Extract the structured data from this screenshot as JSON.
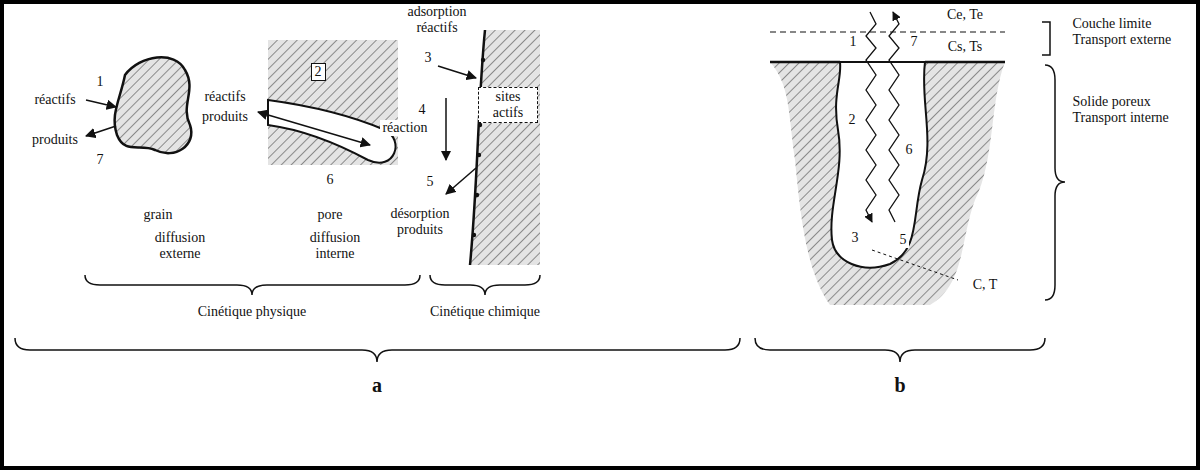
{
  "diagram": {
    "labels": [
      "réactifs",
      "1",
      "produits",
      "7",
      "grain",
      "réactifs",
      "produits",
      "2",
      "6",
      "pore",
      "adsorption réactifs",
      "3",
      "4",
      "réaction",
      "sites actifs",
      "5",
      "désorption produits",
      "diffusion externe",
      "diffusion interne",
      "Cinétique physique",
      "Cinétique chimique",
      "a",
      "Ce, Te",
      "Cs, Ts",
      "Couche limite Transport externe",
      "Solide poreux Transport interne",
      "1",
      "7",
      "2",
      "6",
      "3",
      "5",
      "C, T",
      "b"
    ]
  }
}
